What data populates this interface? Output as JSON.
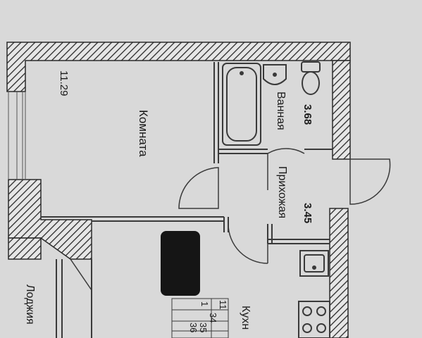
{
  "rooms": {
    "room": {
      "name": "Комната",
      "area": "11.29"
    },
    "bathroom": {
      "name": "Ванная",
      "area": "3.68"
    },
    "hallway": {
      "name": "Прихожая",
      "area": "3.45"
    },
    "kitchen": {
      "name": "Кухн"
    },
    "loggia": {
      "name": "Лоджия"
    }
  },
  "legend": {
    "number": "1",
    "values": [
      "11",
      "34",
      "35",
      "36"
    ]
  },
  "colors": {
    "background": "#d9d9d9",
    "wall_hatch": "#2a2a2a",
    "line": "#3a3a3a",
    "redaction": "#151515"
  }
}
